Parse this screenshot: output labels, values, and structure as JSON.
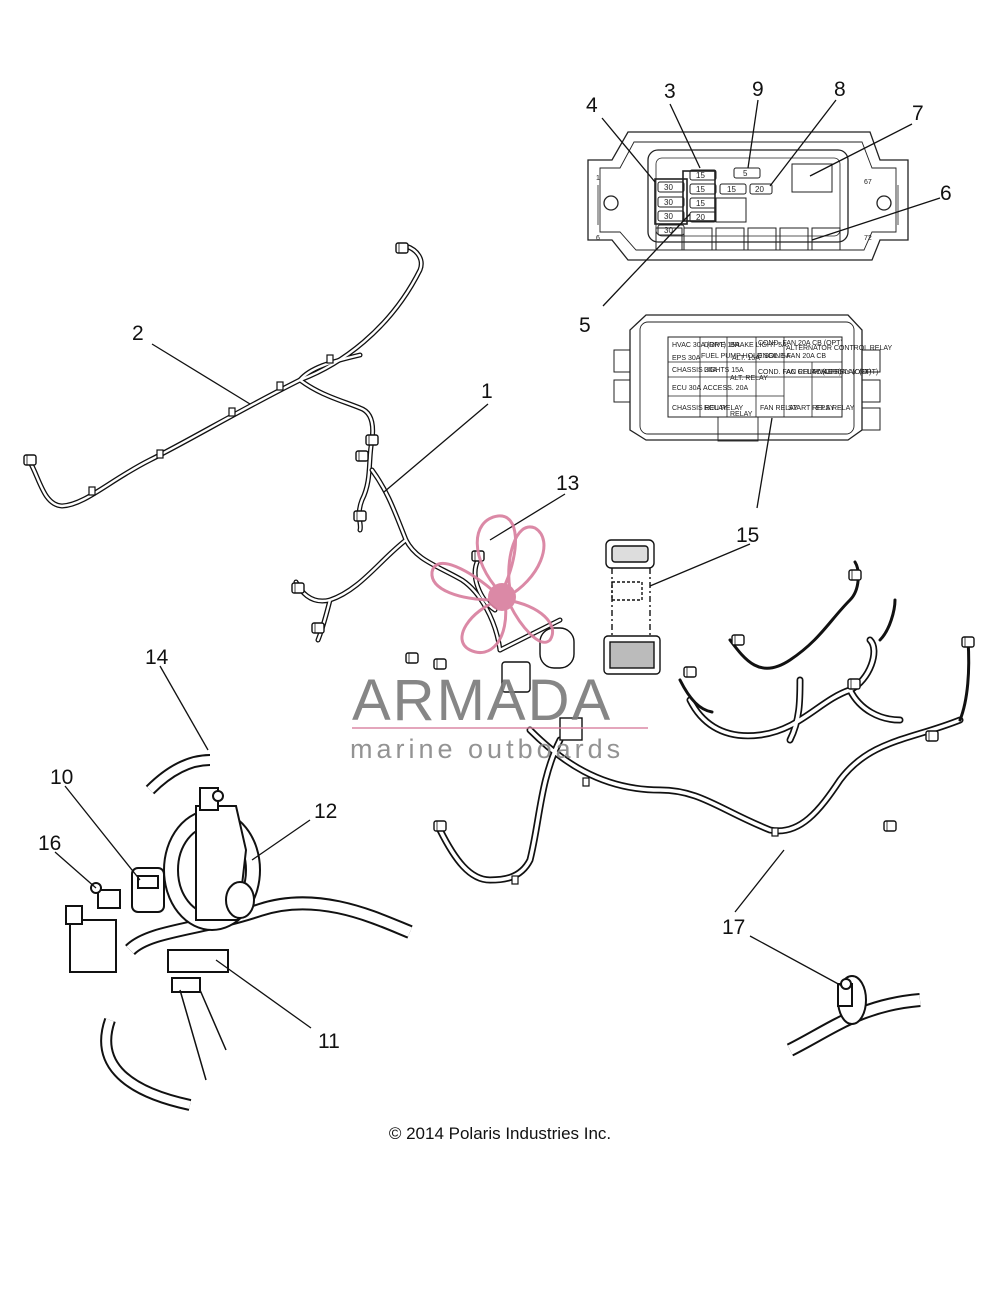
{
  "watermark": {
    "title": "ARMADA",
    "subtitle": "marine outboards",
    "logo_color": "#d9809f"
  },
  "copyright": "© 2014 Polaris Industries Inc.",
  "callouts": [
    "1",
    "2",
    "3",
    "4",
    "5",
    "6",
    "7",
    "8",
    "9",
    "10",
    "11",
    "12",
    "13",
    "14",
    "15",
    "16",
    "17"
  ],
  "fuse_box": {
    "fuses": [
      "30",
      "30",
      "30",
      "30",
      "15",
      "15",
      "15",
      "20",
      "5",
      "15",
      "20"
    ],
    "side_marks": [
      "1",
      "67",
      "72",
      "6"
    ]
  },
  "label_panel": {
    "cells": [
      "HVAC 30A (OPT)",
      "DRIVE 15A",
      "BRAKE LIGHT 5A",
      "COND. FAN 20A CB (OPT)",
      "ALTERNATOR CONTROL RELAY",
      "EPS 30A",
      "FUEL PUMP HOLD SOL. 5A",
      "ALT. 15A",
      "ENGINE FAN 20A CB",
      "CHASSIS 30A",
      "LIGHTS 15A",
      "ALT. RELAY",
      "COND. FAN RELAY (OPT)",
      "AC CLUTCH RELAY (OPT)",
      "HVAC RELAY (OPT)",
      "ECU 30A",
      "ACCESS. 20A",
      "CHASSIS RELAY",
      "ECU RELAY",
      "RELAY",
      "FAN RELAY",
      "START RELAY",
      "EPS RELAY"
    ]
  }
}
